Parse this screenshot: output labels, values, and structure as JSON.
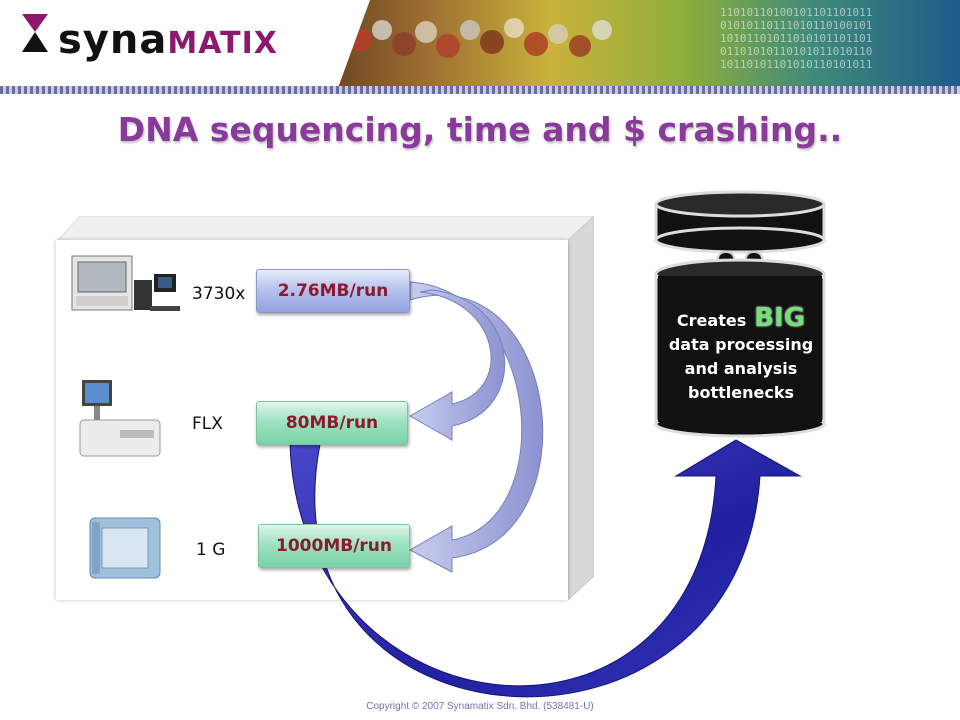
{
  "header": {
    "logo_text": "syna",
    "logo_sub": "MATIX",
    "binary_text": "11010110100101101101011\n01010110111010110100101\n10101101011010101101101\n01101010110101011010110\n10110101101010110101011"
  },
  "slide": {
    "title": "DNA sequencing, time and $ crashing.."
  },
  "machines": [
    {
      "name": "3730x",
      "rate": "2.76MB/run",
      "icon": "sequencer-3730x-icon"
    },
    {
      "name": "FLX",
      "rate": "80MB/run",
      "icon": "sequencer-flx-icon"
    },
    {
      "name": "1 G",
      "rate": "1000MB/run",
      "icon": "sequencer-1g-icon"
    }
  ],
  "database": {
    "text_prefix": "Creates",
    "text_big": "BIG",
    "line2": "data processing",
    "line3": "and analysis",
    "line4": "bottlenecks"
  },
  "footer": {
    "copyright": "Copyright © 2007 Synamatix Sdn. Bhd.  (538481-U)"
  },
  "colors": {
    "title": "#8a3a9a",
    "arrow_blue": "#2a2ab0",
    "rate_text": "#8b1a30",
    "big_text": "#74e07a"
  }
}
